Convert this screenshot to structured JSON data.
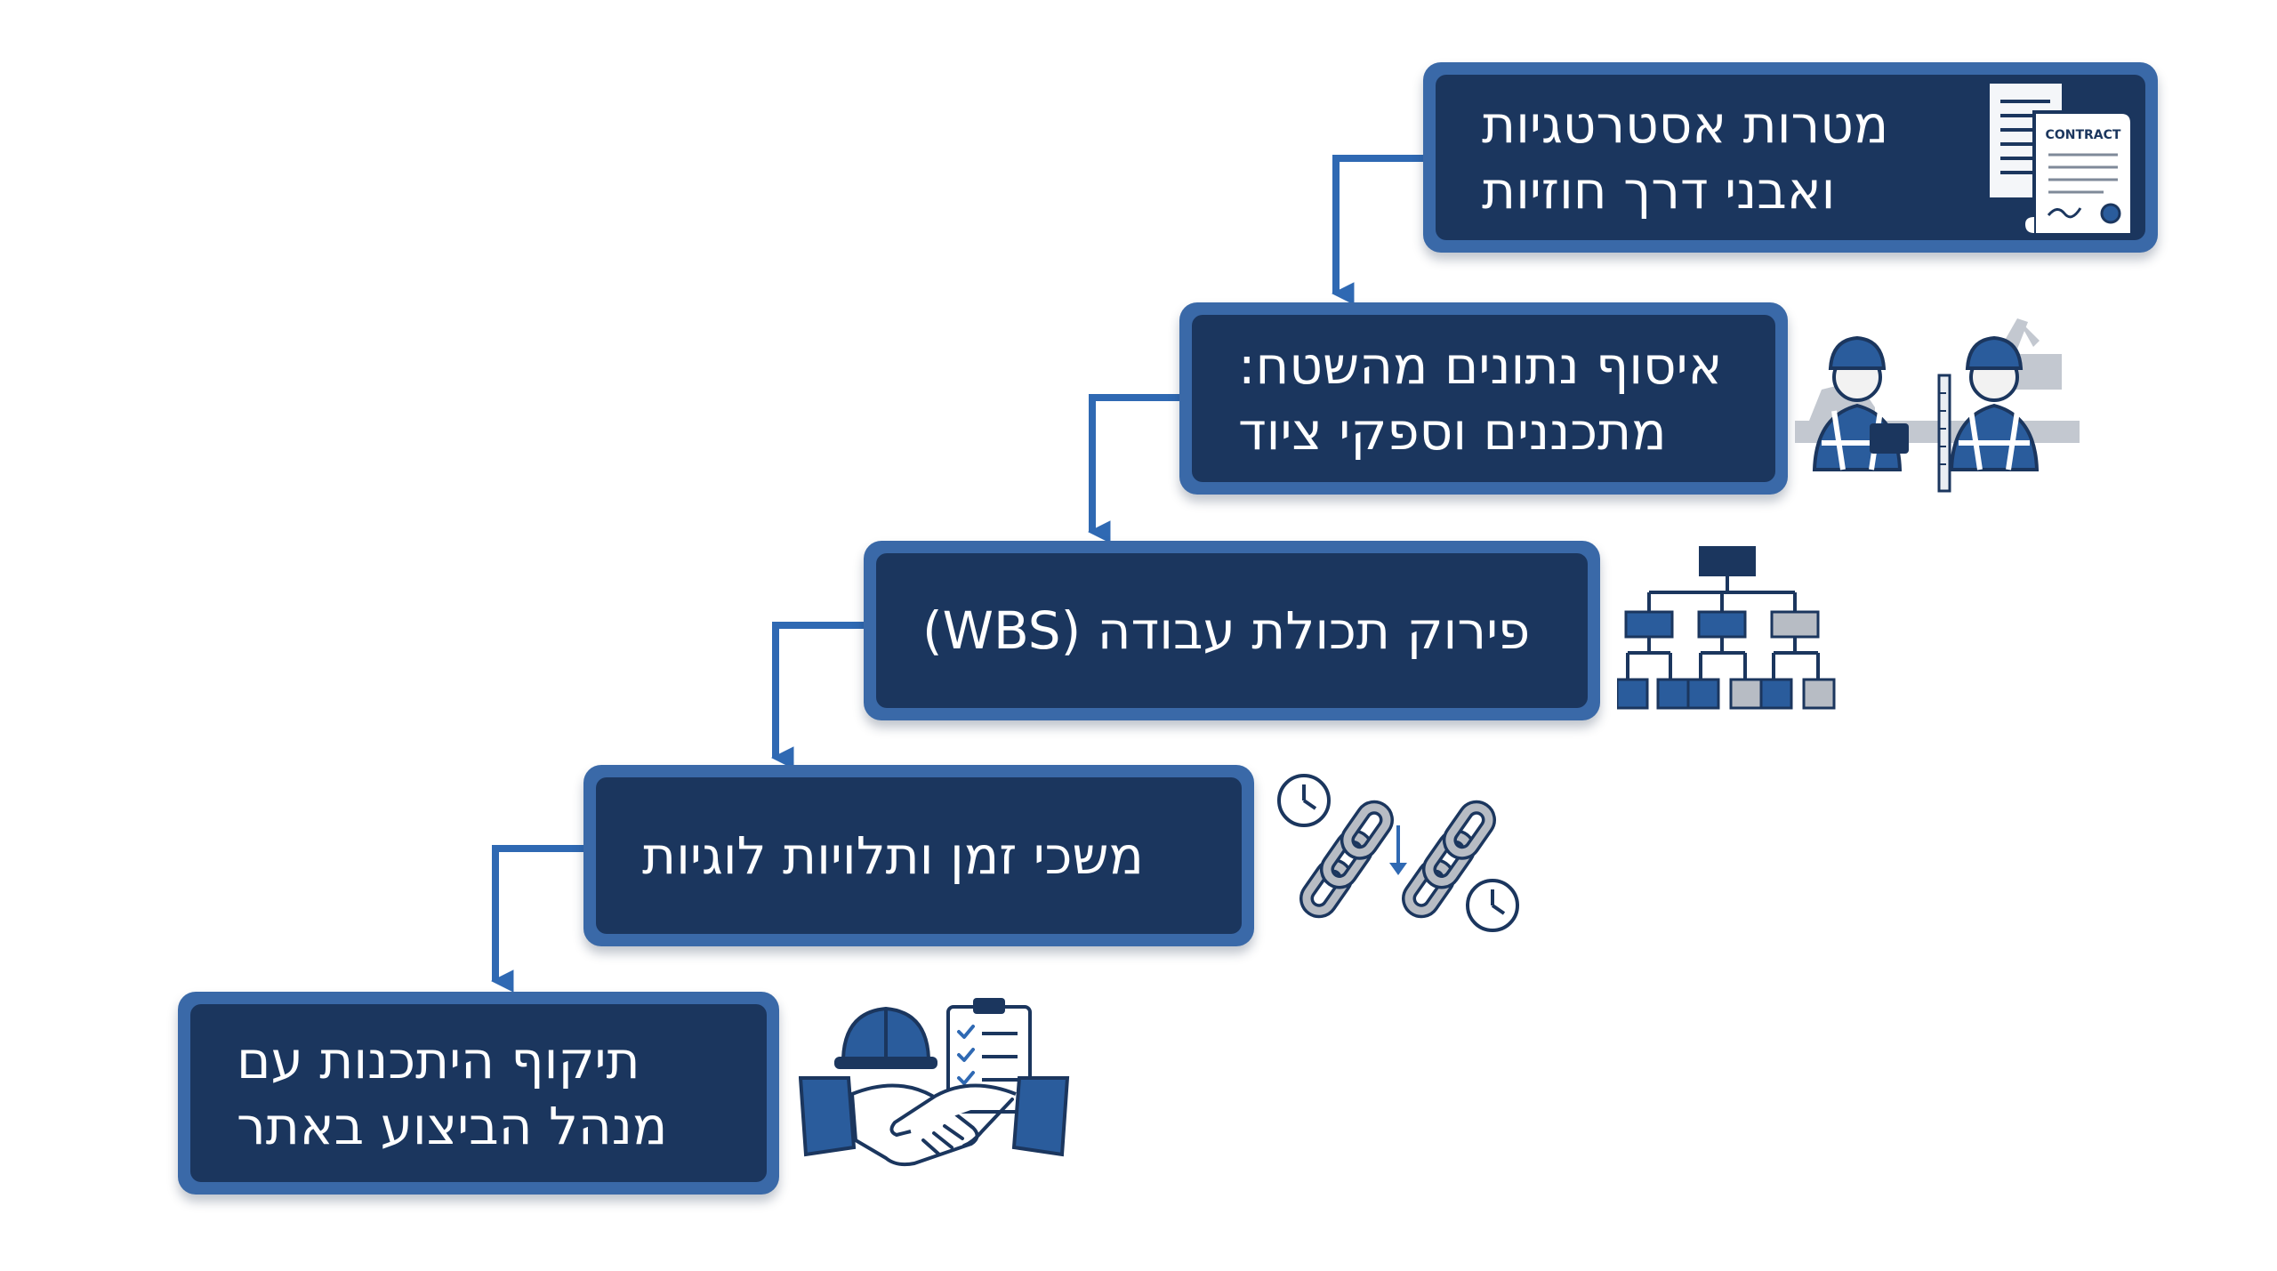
{
  "steps": [
    {
      "lines": [
        "מטרות אסטרטגיות",
        "ואבני דרך חוזיות"
      ],
      "icon": "contract-documents-icon"
    },
    {
      "lines": [
        "איסוף נתונים מהשטח:",
        "מתכננים וספקי ציוד"
      ],
      "icon": "field-workers-icon"
    },
    {
      "lines": [
        "פירוק תכולת עבודה (WBS)"
      ],
      "icon": "wbs-hierarchy-icon"
    },
    {
      "lines": [
        "משכי זמן ותלויות לוגיות"
      ],
      "icon": "chain-clock-dependencies-icon"
    },
    {
      "lines": [
        "תיקוף היתכנות עם",
        "מנהל הביצוע באתר"
      ],
      "icon": "handshake-checklist-icon"
    }
  ],
  "contract_icon_text": "CONTRACT",
  "colors": {
    "box_outer": "#3a69a8",
    "box_inner": "#1b365e",
    "arrow": "#2f69b3",
    "icon_blue": "#2a5c9c",
    "icon_gray": "#b7bcc4"
  }
}
